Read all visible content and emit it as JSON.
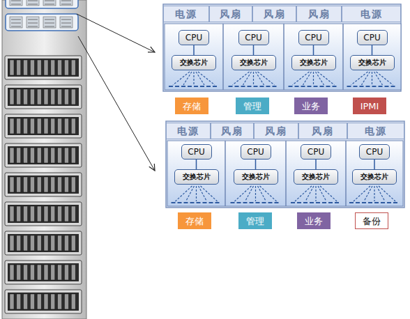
{
  "diagram": {
    "nodes": [
      {
        "text": [
          "电源"
        ]
      },
      {
        "text": [
          "风扇"
        ]
      },
      {
        "text": [
          "风扇"
        ]
      },
      {
        "text": [
          "风扇"
        ]
      },
      {
        "text": [
          "电源"
        ]
      },
      {
        "text": [
          "CPU"
        ]
      },
      {
        "text": [
          "CPU"
        ]
      },
      {
        "text": [
          "CPU"
        ]
      },
      {
        "text": [
          "CPU"
        ]
      },
      {
        "text": [
          "交换芯片"
        ]
      },
      {
        "text": [
          "交换芯片"
        ]
      },
      {
        "text": [
          "交换芯片"
        ]
      },
      {
        "text": [
          "交换芯片"
        ]
      },
      {
        "text": [
          "存储"
        ]
      },
      {
        "text": [
          "管理"
        ]
      },
      {
        "text": [
          "业务"
        ]
      },
      {
        "text": [
          "IPMI"
        ]
      },
      {
        "text": [
          "电源"
        ]
      },
      {
        "text": [
          "风扇"
        ]
      },
      {
        "text": [
          "风扇"
        ]
      },
      {
        "text": [
          "风扇"
        ]
      },
      {
        "text": [
          "电源"
        ]
      },
      {
        "text": [
          "CPU"
        ]
      },
      {
        "text": [
          "CPU"
        ]
      },
      {
        "text": [
          "CPU"
        ]
      },
      {
        "text": [
          "CPU"
        ]
      },
      {
        "text": [
          "交换芯片"
        ]
      },
      {
        "text": [
          "交换芯片"
        ]
      },
      {
        "text": [
          "交换芯片"
        ]
      },
      {
        "text": [
          "交换芯片"
        ]
      },
      {
        "text": [
          "存储"
        ]
      },
      {
        "text": [
          "管理"
        ]
      },
      {
        "text": [
          "业务"
        ]
      },
      {
        "text": [
          "备份"
        ]
      }
    ],
    "edges": [
      {
        "from": 5,
        "to": 9,
        "arrow": "none"
      },
      {
        "from": 6,
        "to": 10,
        "arrow": "none"
      },
      {
        "from": 7,
        "to": 11,
        "arrow": "none"
      },
      {
        "from": 8,
        "to": 12,
        "arrow": "none"
      },
      {
        "from": 22,
        "to": 26,
        "arrow": "none"
      },
      {
        "from": 23,
        "to": 27,
        "arrow": "none"
      },
      {
        "from": 24,
        "to": 28,
        "arrow": "none"
      },
      {
        "from": 25,
        "to": 29,
        "arrow": "none"
      }
    ]
  }
}
